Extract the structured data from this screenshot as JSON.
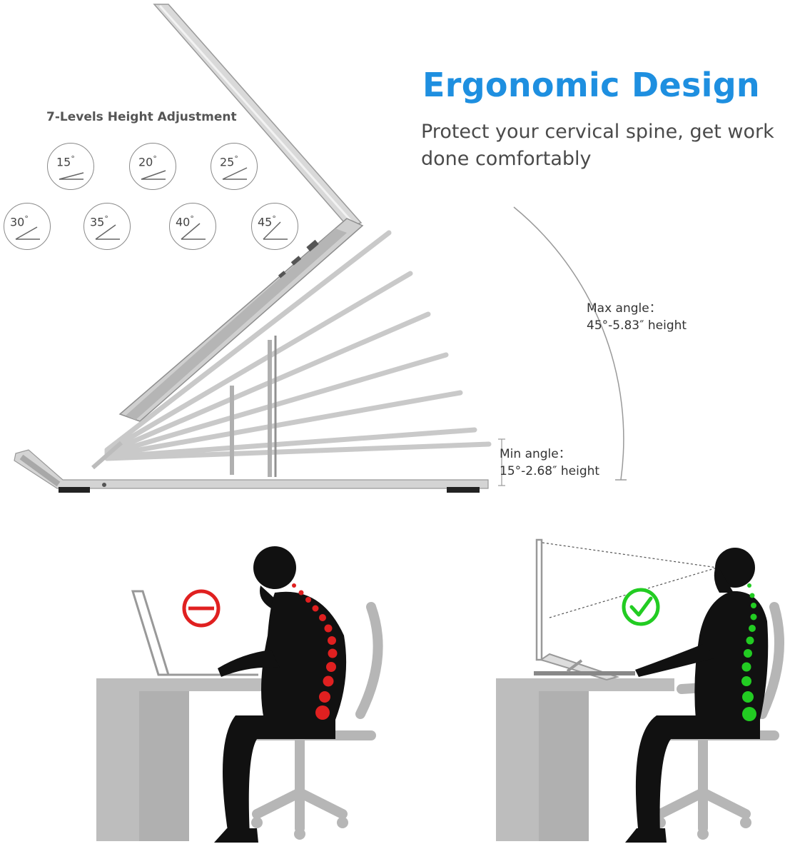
{
  "header": {
    "title": "Ergonomic Design",
    "subtitle": "Protect your cervical spine, get work done comfortably"
  },
  "height_adjustment": {
    "heading": "7-Levels Height Adjustment",
    "levels": [
      {
        "label": "15",
        "deg": "°"
      },
      {
        "label": "20",
        "deg": "°"
      },
      {
        "label": "25",
        "deg": "°"
      },
      {
        "label": "30",
        "deg": "°"
      },
      {
        "label": "35",
        "deg": "°"
      },
      {
        "label": "40",
        "deg": "°"
      },
      {
        "label": "45",
        "deg": "°"
      }
    ]
  },
  "measurements": {
    "max_label": "Max angle：",
    "max_value": "45°-5.83″   height",
    "min_label": "Min angle：",
    "min_value": "15°-2.68″   height"
  },
  "colors": {
    "title": "#1e8fe0",
    "bad_posture_indicator": "#e02020",
    "good_posture_indicator": "#22cc22",
    "stand_silver": "#c8c8c8",
    "silhouette": "#111111",
    "furniture_gray": "#bdbdbd"
  },
  "icons": {
    "bad_posture": "no-entry-icon",
    "good_posture": "check-circle-icon"
  }
}
